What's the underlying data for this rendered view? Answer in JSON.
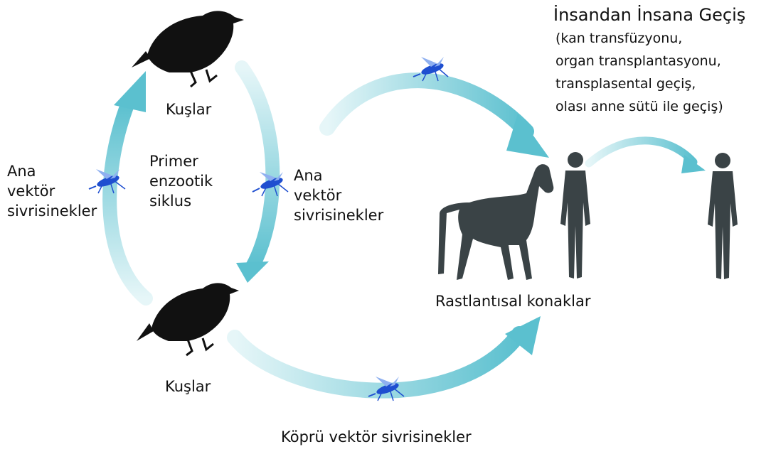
{
  "labels": {
    "birds_top": "Kuşlar",
    "birds_bottom": "Kuşlar",
    "cycle_center": "Primer\nenzootik\nsiklus",
    "vector_left": "Ana\nvektör\nsivrisinekler",
    "vector_right": "Ana\nvektör\nsivrisinekler",
    "incidental_hosts": "Rastlantısal konaklar",
    "bridge_vectors": "Köprü vektör sivrisinekler"
  },
  "human_to_human": {
    "title": "İnsandan İnsana Geçiş",
    "items": [
      "(kan transfüzyonu,",
      " organ transplantasyonu,",
      " transplasental geçiş,",
      " olası anne sütü ile geçiş)"
    ]
  },
  "colors": {
    "arrow": "#5bc0cf",
    "arrow_light": "#d9f1f4",
    "mosquito": "#1f4fd0",
    "bird": "#111111",
    "silhouette": "#3a4346"
  }
}
